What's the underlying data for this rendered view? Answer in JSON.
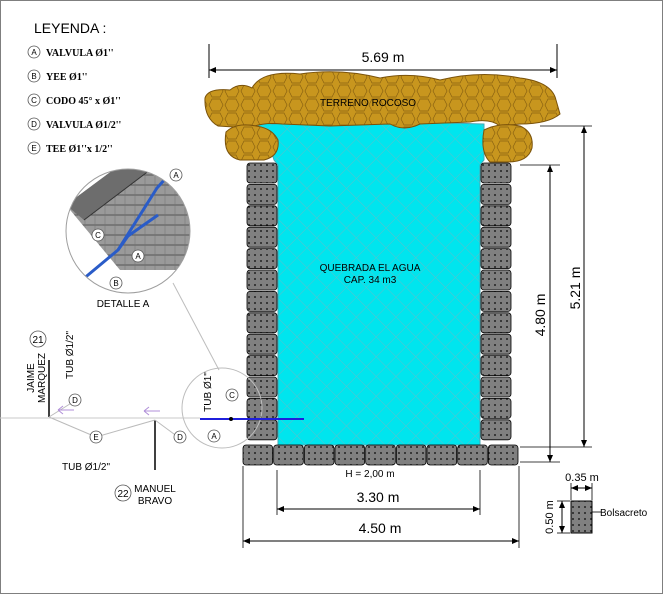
{
  "legend": {
    "title": "LEYENDA :",
    "items": [
      {
        "key": "A",
        "label": "VALVULA Ø1''"
      },
      {
        "key": "B",
        "label": "YEE Ø1''"
      },
      {
        "key": "C",
        "label": "CODO 45° x Ø1''"
      },
      {
        "key": "D",
        "label": "VALVULA Ø1/2''"
      },
      {
        "key": "E",
        "label": "TEE Ø1''x 1/2''"
      }
    ]
  },
  "terrain_label": "TERRENO ROCOSO",
  "tank": {
    "name": "QUEBRADA EL AGUA",
    "capacity": "CAP. 34 m3",
    "height_label": "H = 2,00 m"
  },
  "dimensions": {
    "top_width": "5.69 m",
    "total_height": "5.21 m",
    "inner_height": "4.80 m",
    "inner_width": "3.30 m",
    "outer_width": "4.50 m",
    "bag_width": "0.35 m",
    "bag_height": "0.50 m"
  },
  "bag_label": "Bolsacreto",
  "detail": {
    "title": "DETALLE  A",
    "markers": [
      "A",
      "C",
      "A",
      "B"
    ]
  },
  "pipe": {
    "inlet_label": "TUB Ø1\"",
    "inlet_markers": [
      "C",
      "A"
    ],
    "branch_top": "TUB Ø1/2\"",
    "branch_bottom": "TUB Ø1/2\"",
    "markers": [
      "D",
      "D",
      "E"
    ]
  },
  "users": [
    {
      "number": "21",
      "name_line1": "JAIME",
      "name_line2": "MARQUEZ"
    },
    {
      "number": "22",
      "name_line1": "MANUEL",
      "name_line2": "BRAVO"
    }
  ],
  "colors": {
    "water": "#00e5ee",
    "rock": "#c8961e",
    "bag": "#808080",
    "pipe": "#1f1fdc"
  }
}
